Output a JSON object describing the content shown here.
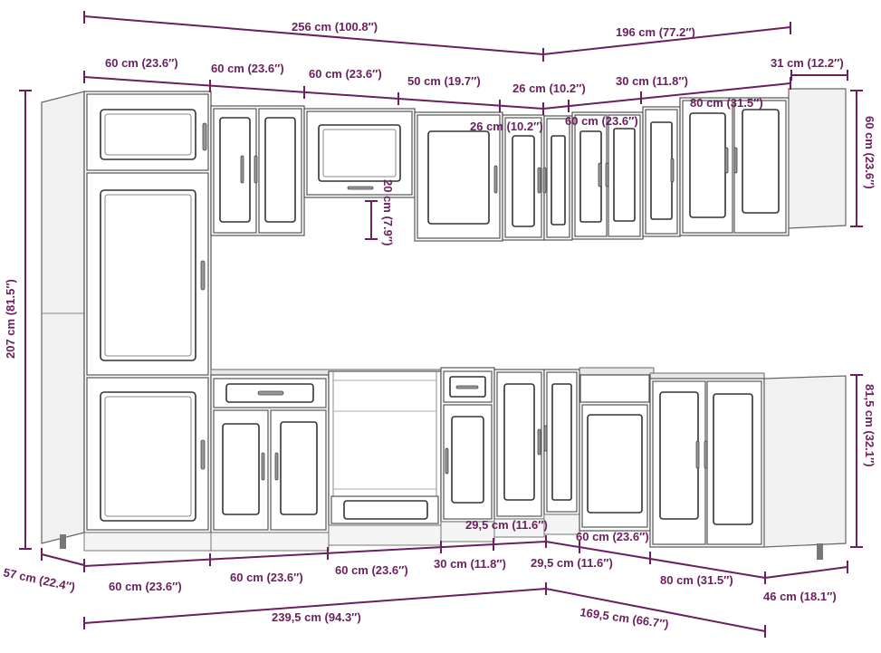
{
  "dimensions": {
    "top_total_left": "256 cm (100.8″)",
    "top_total_right": "196 cm (77.2″)",
    "upper_w1": "60 cm (23.6″)",
    "upper_w2": "60 cm (23.6″)",
    "upper_w3": "60 cm (23.6″)",
    "upper_w4": "50 cm (19.7″)",
    "upper_w5": "26 cm (10.2″)",
    "upper_w6": "30 cm (11.8″)",
    "upper_w7": "31 cm (12.2″)",
    "upper_inner_1": "26 cm (10.2″)",
    "upper_inner_2": "60 cm (23.6″)",
    "upper_inner_3": "80 cm (31.5″)",
    "upper_height": "60 cm (23.6″)",
    "gap_height": "20 cm (7.9″)",
    "total_height": "207 cm (81.5″)",
    "lower_height": "81,5 cm (32.1″)",
    "depth_left": "57 cm (22.4″)",
    "depth_right": "46 cm (18.1″)",
    "base_w1": "60 cm (23.6″)",
    "base_w2": "60 cm (23.6″)",
    "base_w3": "60 cm (23.6″)",
    "base_w4": "30 cm (11.8″)",
    "base_w5": "29,5 cm (11.6″)",
    "base_w6": "29,5 cm (11.6″)",
    "base_w7": "60 cm (23.6″)",
    "base_w8": "80 cm (31.5″)",
    "bottom_total_left": "239,5 cm (94.3″)",
    "bottom_total_right": "169,5 cm (66.7″)"
  },
  "colors": {
    "dimension": "#6b1f5e",
    "outline": "#555555",
    "side_panel": "#f1f1f1"
  }
}
